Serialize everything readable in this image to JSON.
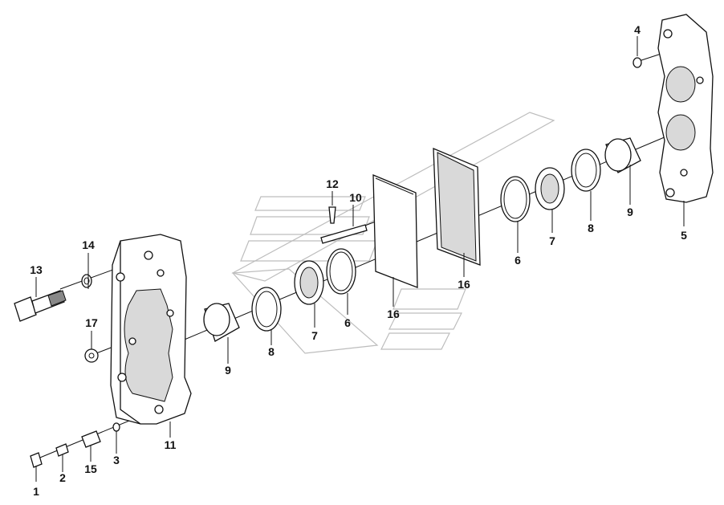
{
  "diagram": {
    "callouts": {
      "c1": "1",
      "c2": "2",
      "c3": "3",
      "c4": "4",
      "c5": "5",
      "c6a": "6",
      "c6b": "6",
      "c7a": "7",
      "c7b": "7",
      "c8a": "8",
      "c8b": "8",
      "c9a": "9",
      "c9b": "9",
      "c10": "10",
      "c11": "11",
      "c12": "12",
      "c13": "13",
      "c14": "14",
      "c15": "15",
      "c16a": "16",
      "c16b": "16",
      "c17": "17"
    }
  }
}
